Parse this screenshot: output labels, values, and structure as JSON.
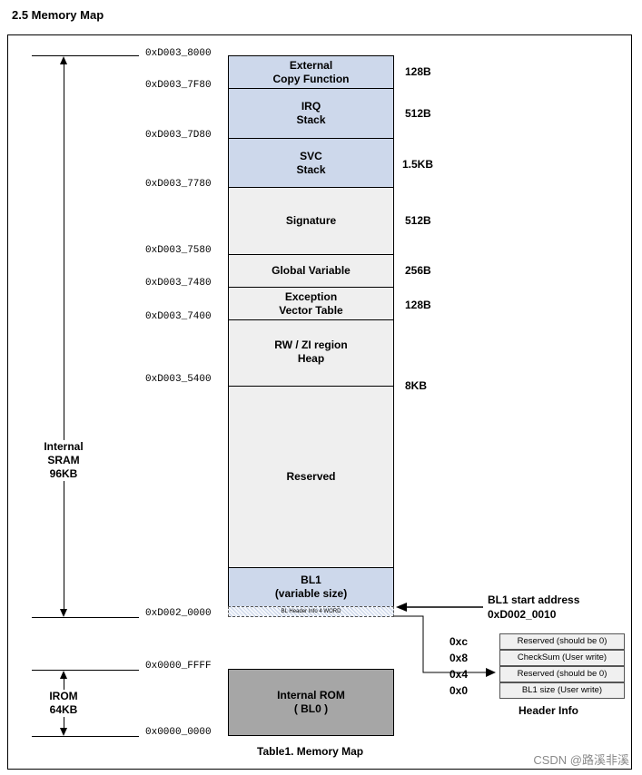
{
  "section_title": "2.5 Memory Map",
  "blocks": [
    {
      "label": "External\nCopy Function",
      "size": "128B"
    },
    {
      "label": "IRQ\nStack",
      "size": "512B"
    },
    {
      "label": "SVC\nStack",
      "size": "1.5KB"
    },
    {
      "label": "Signature",
      "size": "512B"
    },
    {
      "label": "Global Variable",
      "size": "256B"
    },
    {
      "label": "Exception\nVector Table",
      "size": "128B"
    },
    {
      "label": "RW / ZI region\nHeap",
      "size": "8KB"
    },
    {
      "label": "Reserved",
      "size": ""
    },
    {
      "label": "BL1\n(variable size)",
      "size": ""
    },
    {
      "label": "BL Header Info 4 WORD",
      "size": ""
    },
    {
      "label": "Internal ROM\n( BL0 )",
      "size": ""
    }
  ],
  "addresses": [
    "0xD003_8000",
    "0xD003_7F80",
    "0xD003_7D80",
    "0xD003_7780",
    "0xD003_7580",
    "0xD003_7480",
    "0xD003_7400",
    "0xD003_5400",
    "0xD002_0000",
    "0x0000_FFFF",
    "0x0000_0000"
  ],
  "sram_label": "Internal\nSRAM\n96KB",
  "irom_label": "IROM\n64KB",
  "bl1_start": {
    "line1": "BL1 start address",
    "line2": "0xD002_0010"
  },
  "header_info": {
    "rows": [
      {
        "offset": "0xc",
        "text": "Reserved (should be 0)"
      },
      {
        "offset": "0x8",
        "text": "CheckSum (User write)"
      },
      {
        "offset": "0x4",
        "text": "Reserved (should be 0)"
      },
      {
        "offset": "0x0",
        "text": "BL1 size (User write)"
      }
    ],
    "caption": "Header Info"
  },
  "table_caption": "Table1. Memory Map",
  "watermark": "CSDN @路溪非溪",
  "colors": {
    "stack_blue": "#cdd8eb",
    "region_grey": "#efefef",
    "rom_grey": "#a6a6a6"
  }
}
